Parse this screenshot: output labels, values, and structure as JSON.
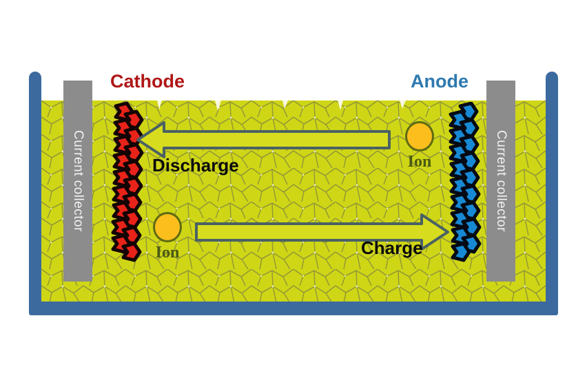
{
  "diagram": {
    "type": "battery-cell-cross-section",
    "electrodes": {
      "cathode": {
        "title": "Cathode",
        "color": "#B01717",
        "particle_color": "#E8231A",
        "outline_color": "#140404",
        "side": "left"
      },
      "anode": {
        "title": "Anode",
        "color": "#2E79B0",
        "particle_color": "#1789D4",
        "outline_color": "#050A14",
        "side": "right"
      }
    },
    "collectors": [
      {
        "label": "Current collector",
        "side": "left",
        "color": "#8C8C8C",
        "text_color": "#F2F2F2"
      },
      {
        "label": "Current collector",
        "side": "right",
        "color": "#8C8C8C",
        "text_color": "#F2F2F2"
      }
    ],
    "flows": [
      {
        "label": "Discharge",
        "direction": "left",
        "target": "cathode",
        "fill": "#D7DD1E",
        "stroke": "#4A6164"
      },
      {
        "label": "Charge",
        "direction": "right",
        "target": "anode",
        "fill": "#D7DD1E",
        "stroke": "#4A6164"
      }
    ],
    "ions": [
      {
        "label": "Ion",
        "position": "lower-left",
        "fill": "#FBBE1C",
        "stroke": "#5F6B12",
        "text_color": "#4A5A12"
      },
      {
        "label": "Ion",
        "position": "upper-right",
        "fill": "#FBBE1C",
        "stroke": "#5F6B12",
        "text_color": "#4A5A12"
      }
    ],
    "electrolyte": {
      "name": "electrolyte",
      "color": "#CFD616",
      "crack_color": "#8A8F3A"
    },
    "casing": {
      "name": "cell-casing",
      "color": "#3C6A9E"
    },
    "background": "#FFFFFF"
  }
}
